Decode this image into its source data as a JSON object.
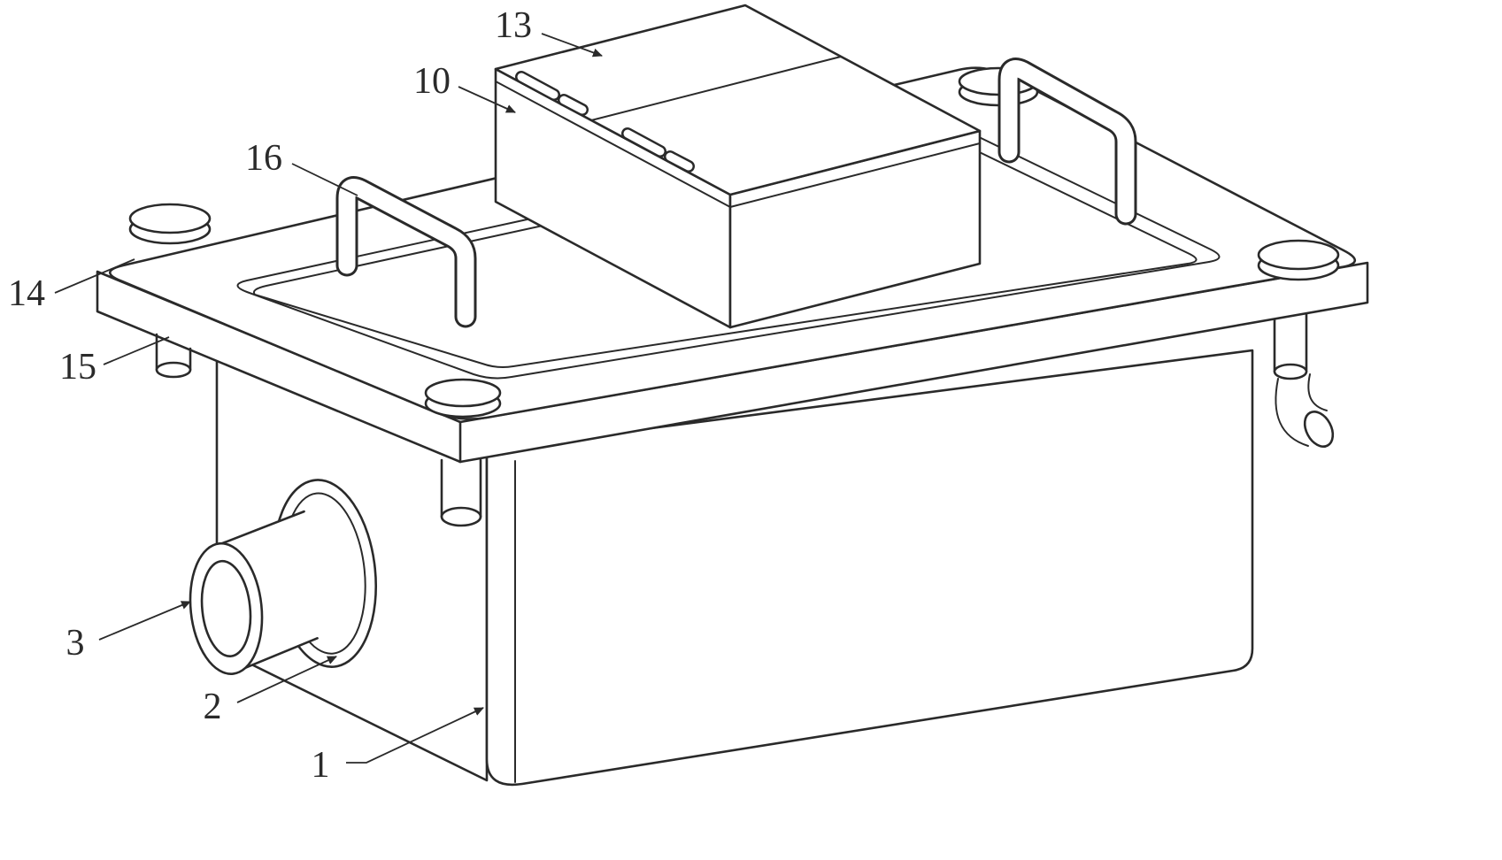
{
  "figure": {
    "labels": {
      "l13": "13",
      "l10": "10",
      "l16": "16",
      "l14": "14",
      "l15": "15",
      "l3": "3",
      "l2": "2",
      "l1": "1"
    },
    "colors": {
      "line": "#2a2a2a",
      "background": "#ffffff"
    }
  }
}
